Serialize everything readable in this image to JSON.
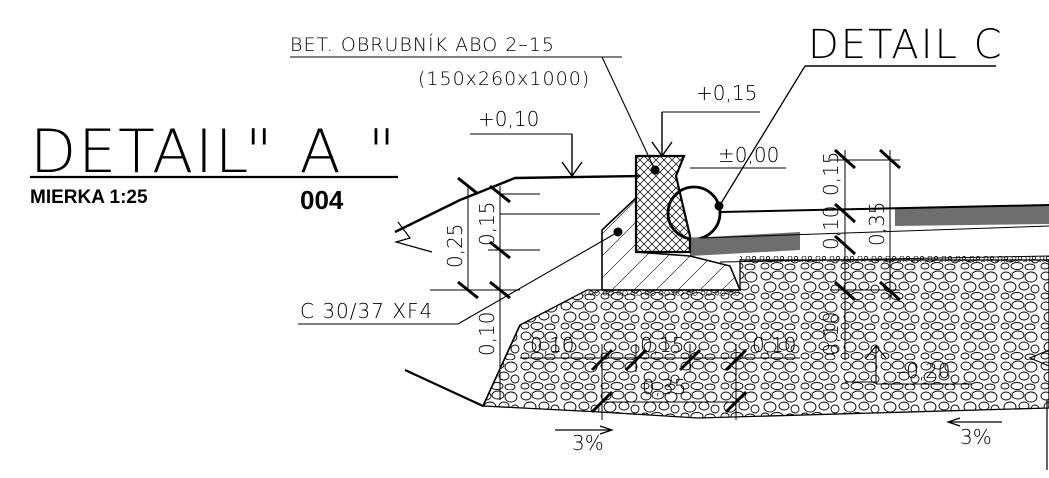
{
  "title": {
    "main": "DETAIL",
    "letter": "\" A \"",
    "scale": "MIERKA 1:25",
    "number": "004"
  },
  "detail_ref": "DETAIL C",
  "labels": {
    "curb_name": "BET. OBRUBNÍK ABO 2–15",
    "curb_size": "(150x260x1000)",
    "concrete": "C 30/37 XF4"
  },
  "levels": {
    "sidewalk": "+0,10",
    "curb_top": "+0,15",
    "road": "±0,00",
    "base": "–0,20"
  },
  "dims": {
    "d025": "0,25",
    "d015a": "0,15",
    "d010a": "0,10",
    "d010b": "0,10",
    "d015b": "0,15",
    "d010c": "0,10",
    "d035a": "0,35",
    "d010d": "0,10",
    "d010e": "0,10",
    "d015c": "0,15",
    "d035b": "0,35",
    "d010f": "0,10"
  },
  "slopes": {
    "left": "3%",
    "right": "3%"
  },
  "colors": {
    "line": "#000000",
    "asphalt": "#6e6e6e",
    "curb_fill": "#cccccc"
  }
}
